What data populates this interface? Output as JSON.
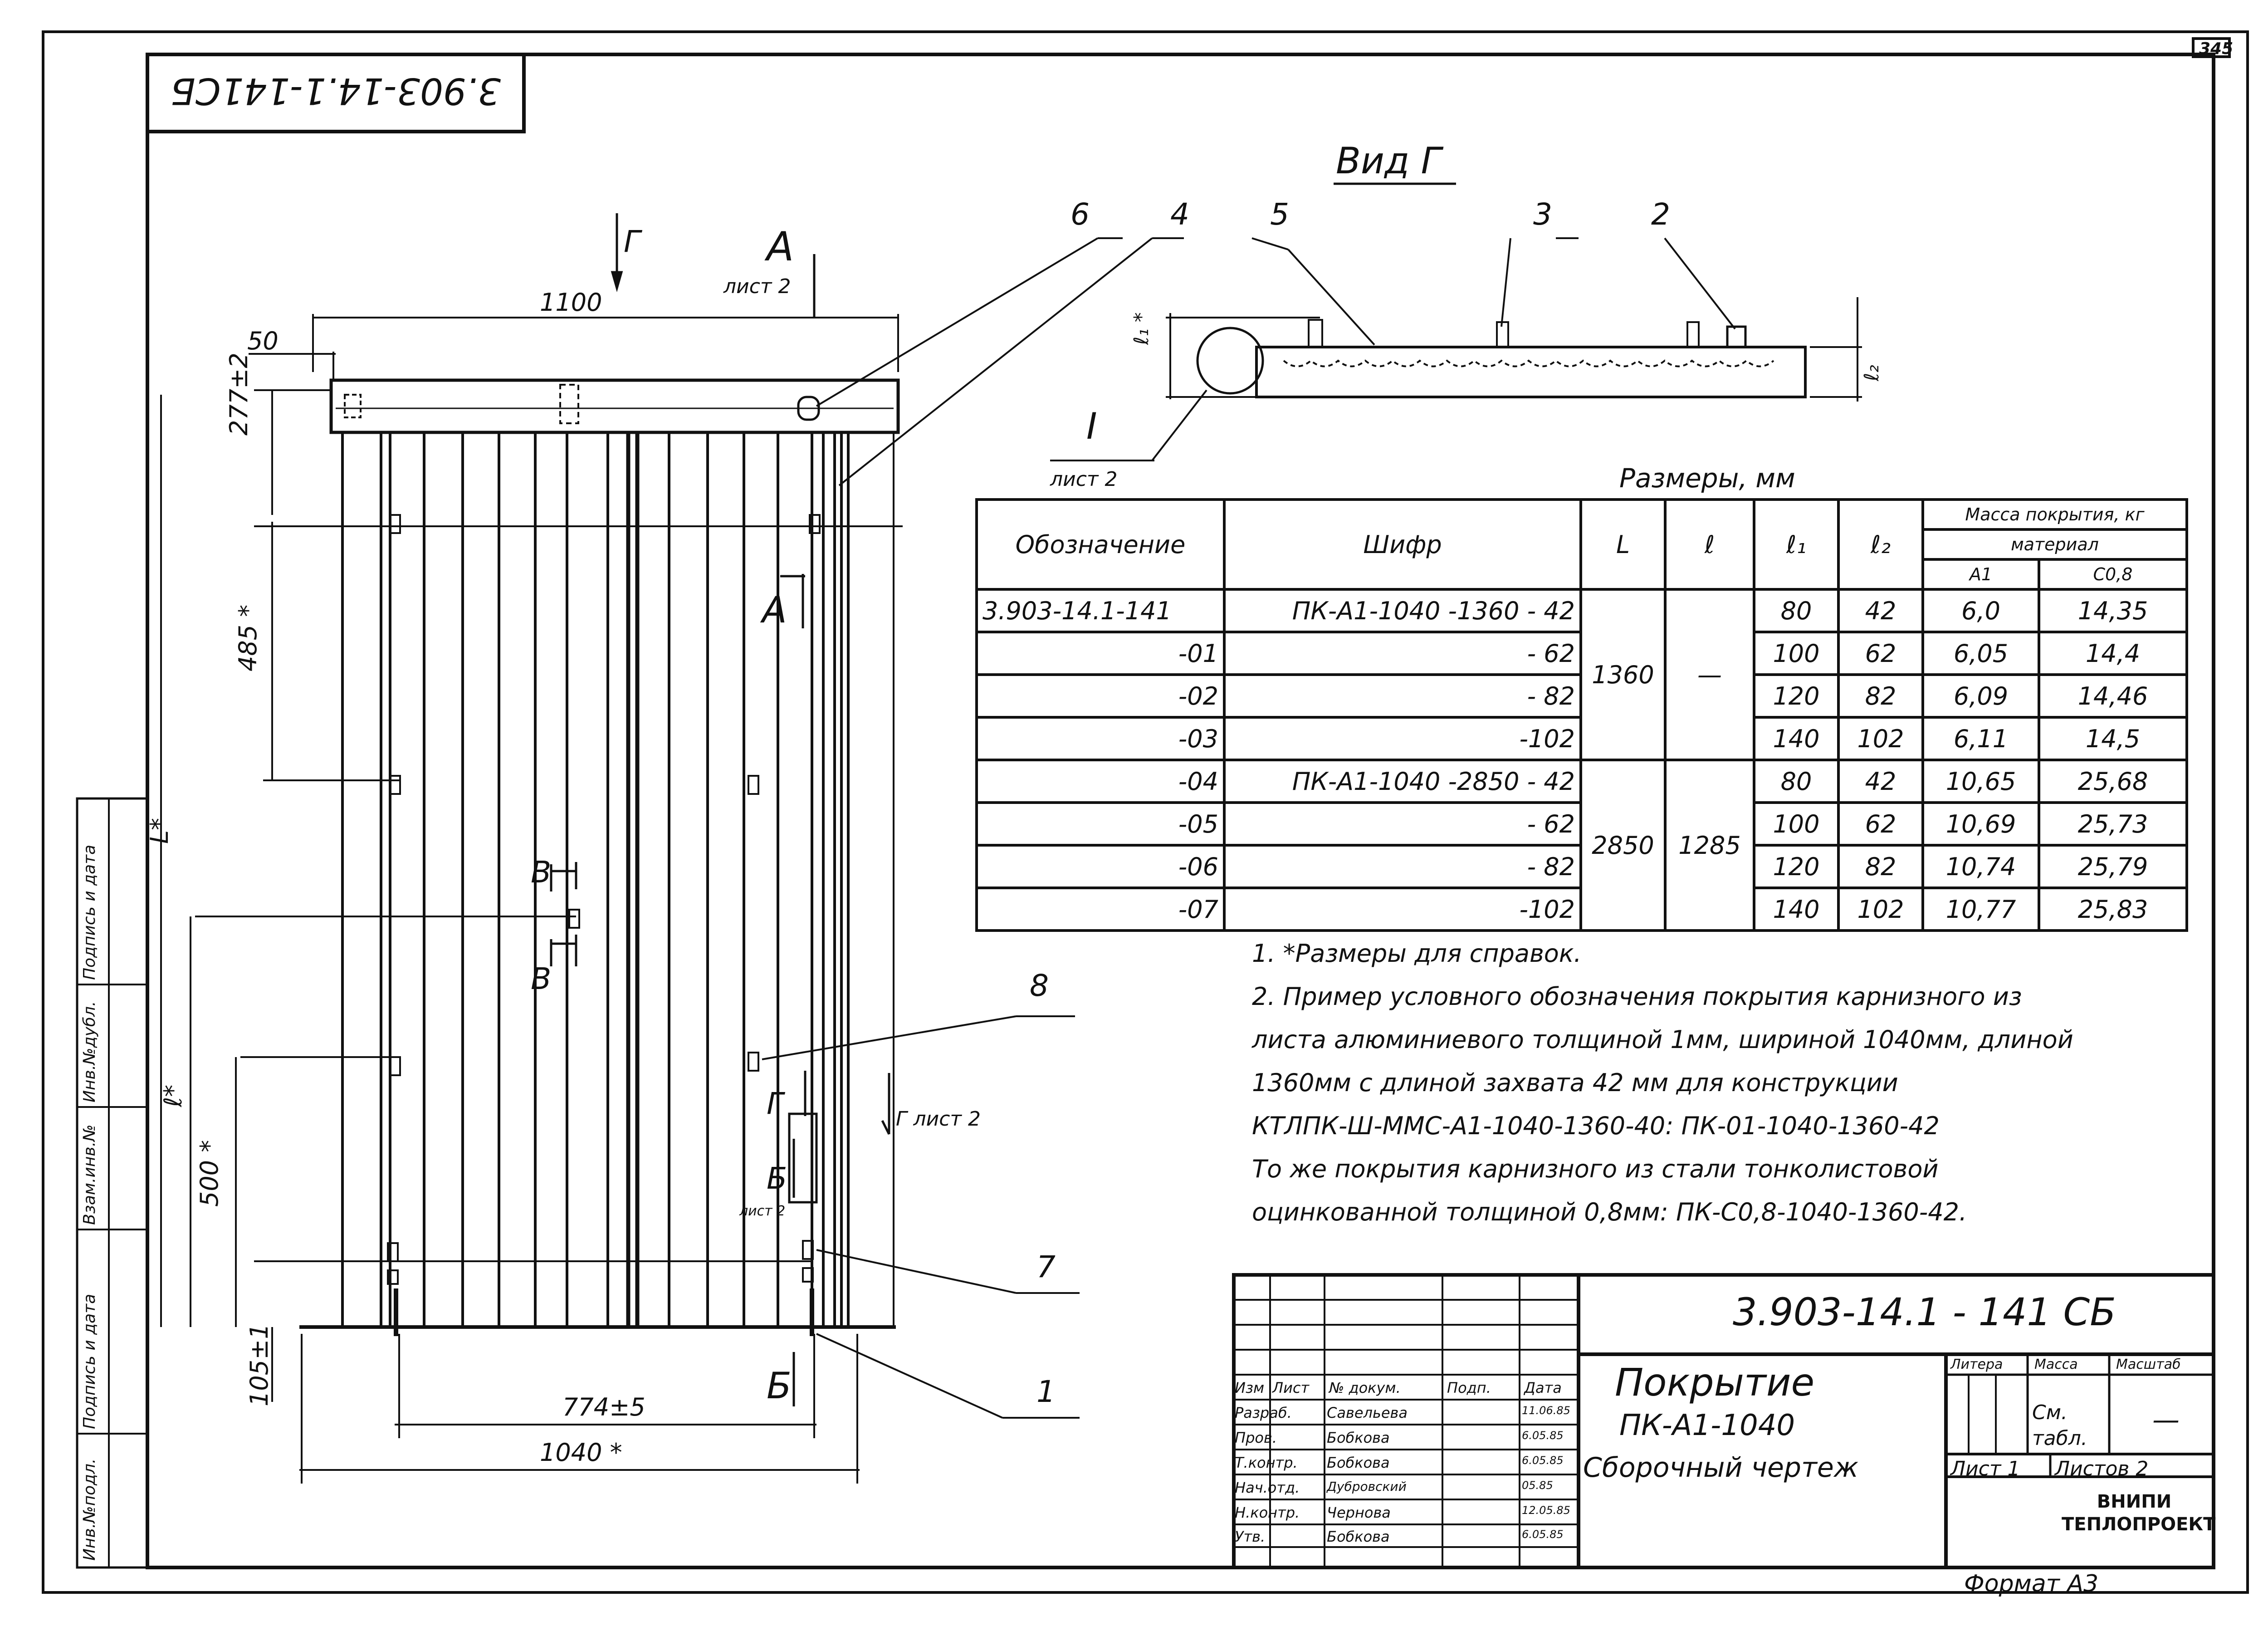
{
  "sheet_number": "345",
  "rotated_code": "3.903-14.1-141СБ",
  "view_title": "Вид Г",
  "main_view": {
    "section_arrow_G": "Г",
    "section_A_label": "А",
    "section_A_sheet": "лист 2",
    "dim_top_width": "1100",
    "dim_offset": "50",
    "dim_277": "277±2",
    "dim_485": "485 *",
    "dim_500": "500 *",
    "dim_l": "ℓ*",
    "dim_L": "L*",
    "dim_105": "105±1",
    "dim_774": "774±5",
    "dim_1040": "1040 *",
    "section_B_upper": "В",
    "section_B_lower": "В",
    "section_A_right": "А",
    "section_G_right": "Г",
    "section_G_sheet": "Г лист 2",
    "section_B_small": "Б",
    "section_B_small_sheet": "лист 2",
    "section_B_bottom": "Б"
  },
  "callouts": [
    "6",
    "4",
    "5",
    "3",
    "2",
    "8",
    "7",
    "1"
  ],
  "detail_view": {
    "detail_mark": "I",
    "detail_sheet": "лист 2",
    "l1_label": "ℓ₁ *",
    "l2_label": "ℓ₂"
  },
  "table": {
    "caption": "Размеры, мм",
    "headers": {
      "designation": "Обозначение",
      "code": "Шифр",
      "L": "L",
      "l": "ℓ",
      "l1": "ℓ₁",
      "l2": "ℓ₂",
      "mass": "Масса покрытия, кг",
      "material": "материал",
      "A1": "А1",
      "C08": "С0,8"
    },
    "rows": [
      {
        "designation": "3.903-14.1-141",
        "code": "ПК-А1-1040 -1360 - 42",
        "l1": "80",
        "l2": "42",
        "a1": "6,0",
        "c08": "14,35"
      },
      {
        "designation": "-01",
        "code": "- 62",
        "l1": "100",
        "l2": "62",
        "a1": "6,05",
        "c08": "14,4"
      },
      {
        "designation": "-02",
        "code": "- 82",
        "l1": "120",
        "l2": "82",
        "a1": "6,09",
        "c08": "14,46"
      },
      {
        "designation": "-03",
        "code": "-102",
        "l1": "140",
        "l2": "102",
        "a1": "6,11",
        "c08": "14,5"
      },
      {
        "designation": "-04",
        "code": "ПК-А1-1040 -2850 - 42",
        "l1": "80",
        "l2": "42",
        "a1": "10,65",
        "c08": "25,68"
      },
      {
        "designation": "-05",
        "code": "- 62",
        "l1": "100",
        "l2": "62",
        "a1": "10,69",
        "c08": "25,73"
      },
      {
        "designation": "-06",
        "code": "- 82",
        "l1": "120",
        "l2": "82",
        "a1": "10,74",
        "c08": "25,79"
      },
      {
        "designation": "-07",
        "code": "-102",
        "l1": "140",
        "l2": "102",
        "a1": "10,77",
        "c08": "25,83"
      }
    ],
    "group1": {
      "L": "1360",
      "l": "—"
    },
    "group2": {
      "L": "2850",
      "l": "1285"
    }
  },
  "notes": [
    "1. *Размеры для справок.",
    "2. Пример условного обозначения покрытия карнизного из",
    "листа алюминиевого толщиной 1мм, шириной 1040мм, длиной",
    "1360мм с длиной захвата 42 мм для конструкции",
    "КТЛПК-Ш-ММС-А1-1040-1360-40: ПК-01-1040-1360-42",
    "То же покрытия карнизного из стали тонколистовой",
    "оцинкованной толщиной 0,8мм: ПК-С0,8-1040-1360-42."
  ],
  "title_block": {
    "doc_code": "3.903-14.1 - 141 СБ",
    "title_line1": "Покрытие",
    "title_line2": "ПК-А1-1040",
    "title_line3": "Сборочный чертеж",
    "col_headers": [
      "Изм",
      "Лист",
      "№ докум.",
      "Подп.",
      "Дата"
    ],
    "roles": [
      {
        "role": "Разраб.",
        "name": "Савельева",
        "date": "11.06.85"
      },
      {
        "role": "Пров.",
        "name": "Бобкова",
        "date": "6.05.85"
      },
      {
        "role": "Т.контр.",
        "name": "Бобкова",
        "date": "6.05.85"
      },
      {
        "role": "Нач.отд.",
        "name": "Дубровский",
        "date": "05.85"
      },
      {
        "role": "Н.контр.",
        "name": "Чернова",
        "date": "12.05.85"
      },
      {
        "role": "Утв.",
        "name": "Бобкова",
        "date": "6.05.85"
      }
    ],
    "litera_label": "Литера",
    "mass_label": "Масса",
    "scale_label": "Масштаб",
    "mass_value": "См. табл.",
    "scale_value": "—",
    "sheet_label": "Лист 1",
    "sheets_label": "Листов 2",
    "org": "ВНИПИ ТЕПЛОПРОЕКТ",
    "format": "Формат А3"
  },
  "side_stamp": [
    "Инв.№подл.",
    "Подпись и дата",
    "Взам.инв.№",
    "Инв.№дубл.",
    "Подпись и дата"
  ]
}
